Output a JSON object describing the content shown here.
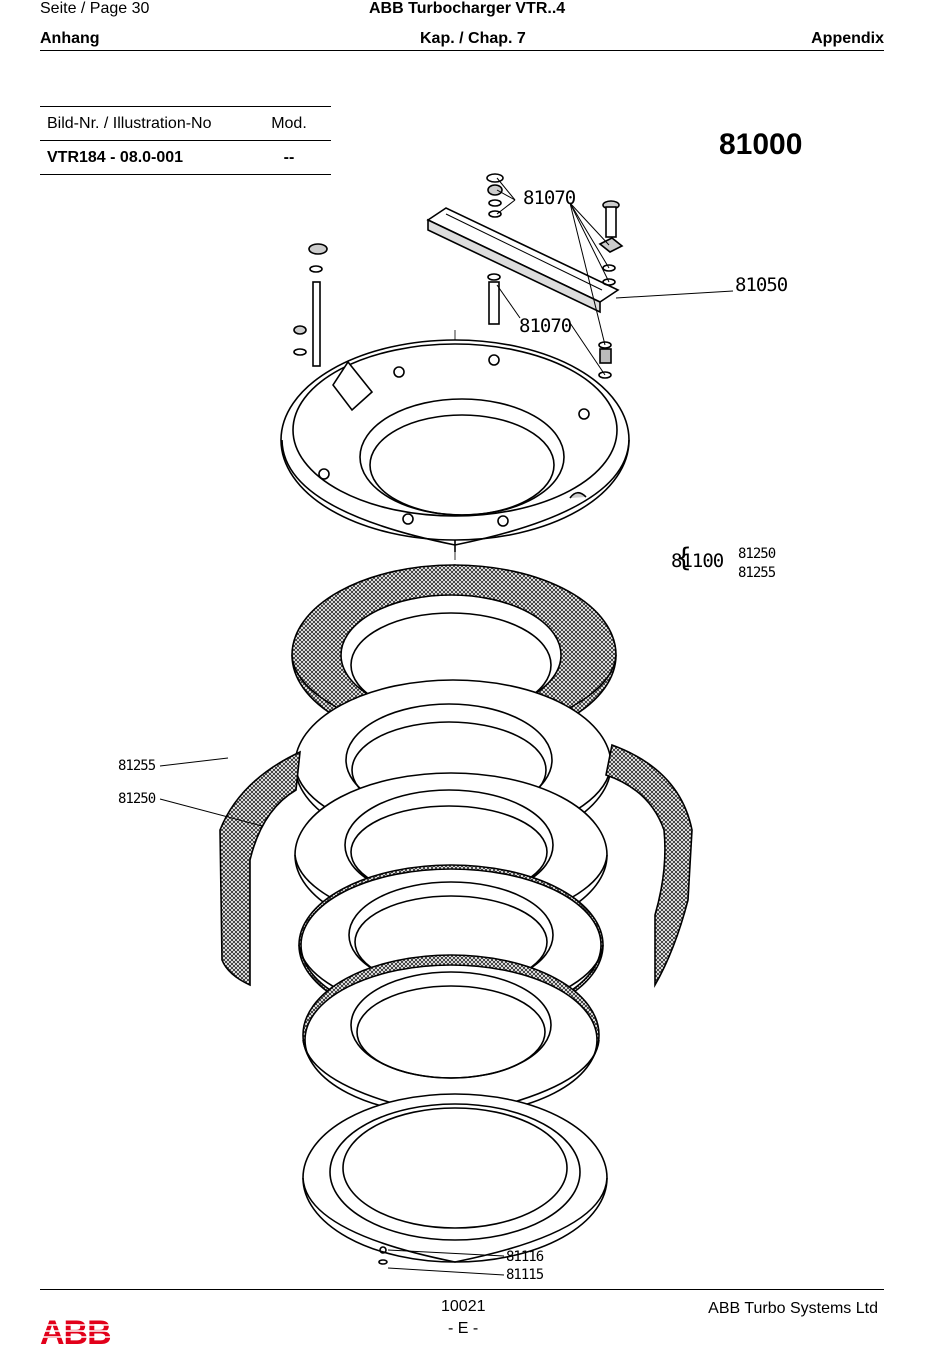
{
  "header": {
    "page_label": "Seite / Page  30",
    "doc_title": "ABB Turbocharger VTR..4",
    "section_left": "Anhang",
    "section_center": "Kap. / Chap. 7",
    "section_right": "Appendix"
  },
  "reference_table": {
    "col_illustration": "Bild-Nr. / Illustration-No",
    "col_mod": "Mod.",
    "illustration_no": "VTR184 - 08.0-001",
    "mod_value": "--"
  },
  "assembly_number": "81000",
  "callouts": {
    "c81070_top": "81070",
    "c81050": "81050",
    "c81070_mid": "81070",
    "c81100": "81100",
    "c81250_sub": "81250",
    "c81255_sub": "81255",
    "c81255": "81255",
    "c81250": "81250",
    "c81116": "81116",
    "c81115": "81115"
  },
  "footer": {
    "doc_code": "10021",
    "lang_code": "- E -",
    "company": "ABB Turbo Systems Ltd",
    "logo_text": "ABB",
    "logo_color": "#e2001a"
  }
}
